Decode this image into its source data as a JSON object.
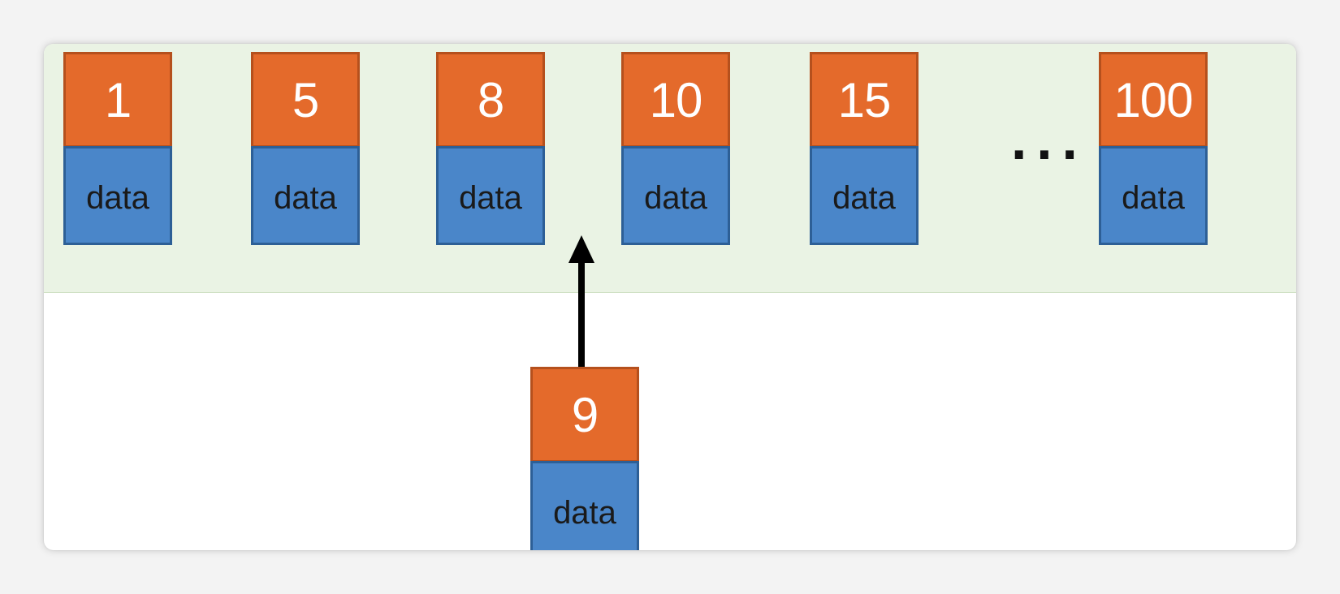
{
  "diagram": {
    "colors": {
      "key_fill": "#e46a2b",
      "data_fill": "#4a86c9",
      "band_fill": "#eaf3e4",
      "arrow": "#000000"
    },
    "sorted_nodes": [
      {
        "key": "1",
        "data": "data"
      },
      {
        "key": "5",
        "data": "data"
      },
      {
        "key": "8",
        "data": "data"
      },
      {
        "key": "10",
        "data": "data"
      },
      {
        "key": "15",
        "data": "data"
      },
      {
        "key": "100",
        "data": "data"
      }
    ],
    "ellipsis": "···",
    "new_node": {
      "key": "9",
      "data": "data"
    },
    "arrow_icon": "arrow-up-icon"
  }
}
